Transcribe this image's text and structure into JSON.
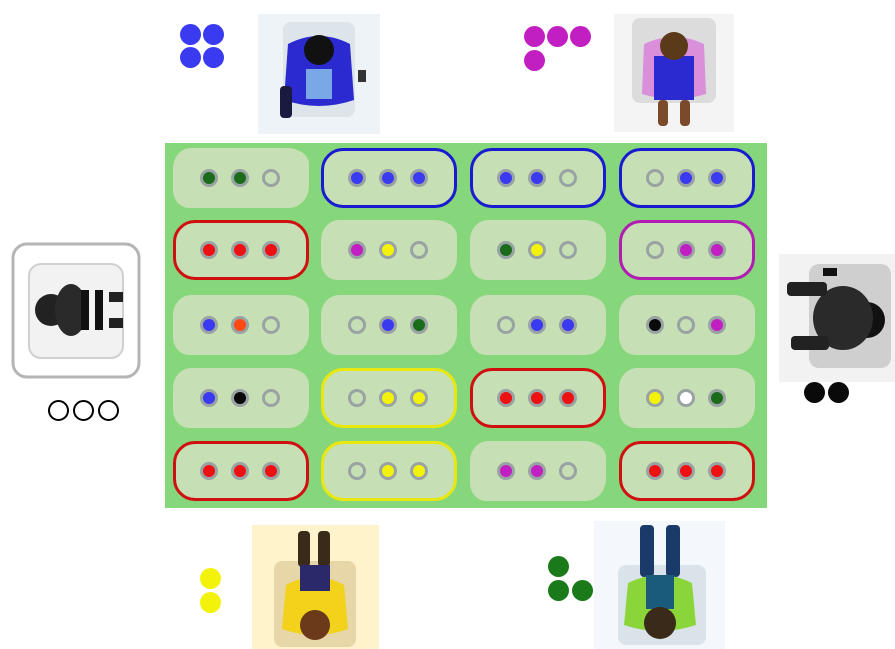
{
  "board": {
    "rows": [
      [
        {
          "dots": [
            "#1a6b1a",
            "#1a6b1a",
            "empty"
          ],
          "outline": null
        },
        {
          "dots": [
            "#3a3af0",
            "#3a3af0",
            "#3a3af0"
          ],
          "outline": "#1a1ad0"
        },
        {
          "dots": [
            "#3a3af0",
            "#3a3af0",
            "empty"
          ],
          "outline": "#1a1ad0"
        },
        {
          "dots": [
            "empty",
            "#3a3af0",
            "#3a3af0"
          ],
          "outline": "#1a1ad0"
        }
      ],
      [
        {
          "dots": [
            "#ee1111",
            "#ee1111",
            "#ee1111"
          ],
          "outline": "#d01010"
        },
        {
          "dots": [
            "#c21fc2",
            "#f2f20a",
            "empty"
          ],
          "outline": null
        },
        {
          "dots": [
            "#1a6b1a",
            "#f2f20a",
            "empty"
          ],
          "outline": null
        },
        {
          "dots": [
            "empty",
            "#c21fc2",
            "#c21fc2"
          ],
          "outline": "#b21cb2"
        }
      ],
      [
        {
          "dots": [
            "#3a3af0",
            "#ff4a14",
            "empty"
          ],
          "outline": null
        },
        {
          "dots": [
            "empty",
            "#3a3af0",
            "#1a6b1a"
          ],
          "outline": null
        },
        {
          "dots": [
            "empty",
            "#3a3af0",
            "#3a3af0"
          ],
          "outline": null
        },
        {
          "dots": [
            "#0a0a0a",
            "empty",
            "#c21fc2"
          ],
          "outline": null
        }
      ],
      [
        {
          "dots": [
            "#3a3af0",
            "#0a0a0a",
            "empty"
          ],
          "outline": null
        },
        {
          "dots": [
            "empty",
            "#f2f20a",
            "#f2f20a"
          ],
          "outline": "#e8e810"
        },
        {
          "dots": [
            "#ee1111",
            "#ee1111",
            "#ee1111"
          ],
          "outline": "#d01010"
        },
        {
          "dots": [
            "#f2f20a",
            "#ffffff",
            "#1a6b1a"
          ],
          "outline": null
        }
      ],
      [
        {
          "dots": [
            "#ee1111",
            "#ee1111",
            "#ee1111"
          ],
          "outline": "#d01010"
        },
        {
          "dots": [
            "empty",
            "#f2f20a",
            "#f2f20a"
          ],
          "outline": "#e8e810"
        },
        {
          "dots": [
            "#c21fc2",
            "#c21fc2",
            "empty"
          ],
          "outline": null
        },
        {
          "dots": [
            "#ee1111",
            "#ee1111",
            "#ee1111"
          ],
          "outline": "#d01010"
        }
      ]
    ]
  },
  "players": [
    {
      "id": "blue",
      "color": "#3a3af0",
      "score": 4,
      "seat": "top-left"
    },
    {
      "id": "purple",
      "color": "#c21fc2",
      "score": 4,
      "seat": "top-right"
    },
    {
      "id": "white",
      "color": "#ffffff",
      "score": 3,
      "seat": "left"
    },
    {
      "id": "black",
      "color": "#0a0a0a",
      "score": 2,
      "seat": "right"
    },
    {
      "id": "yellow",
      "color": "#f2f20a",
      "score": 2,
      "seat": "bottom-left"
    },
    {
      "id": "green",
      "color": "#1a7a1a",
      "score": 3,
      "seat": "bottom-right"
    }
  ],
  "icons": [
    "person-top-view-icon"
  ]
}
